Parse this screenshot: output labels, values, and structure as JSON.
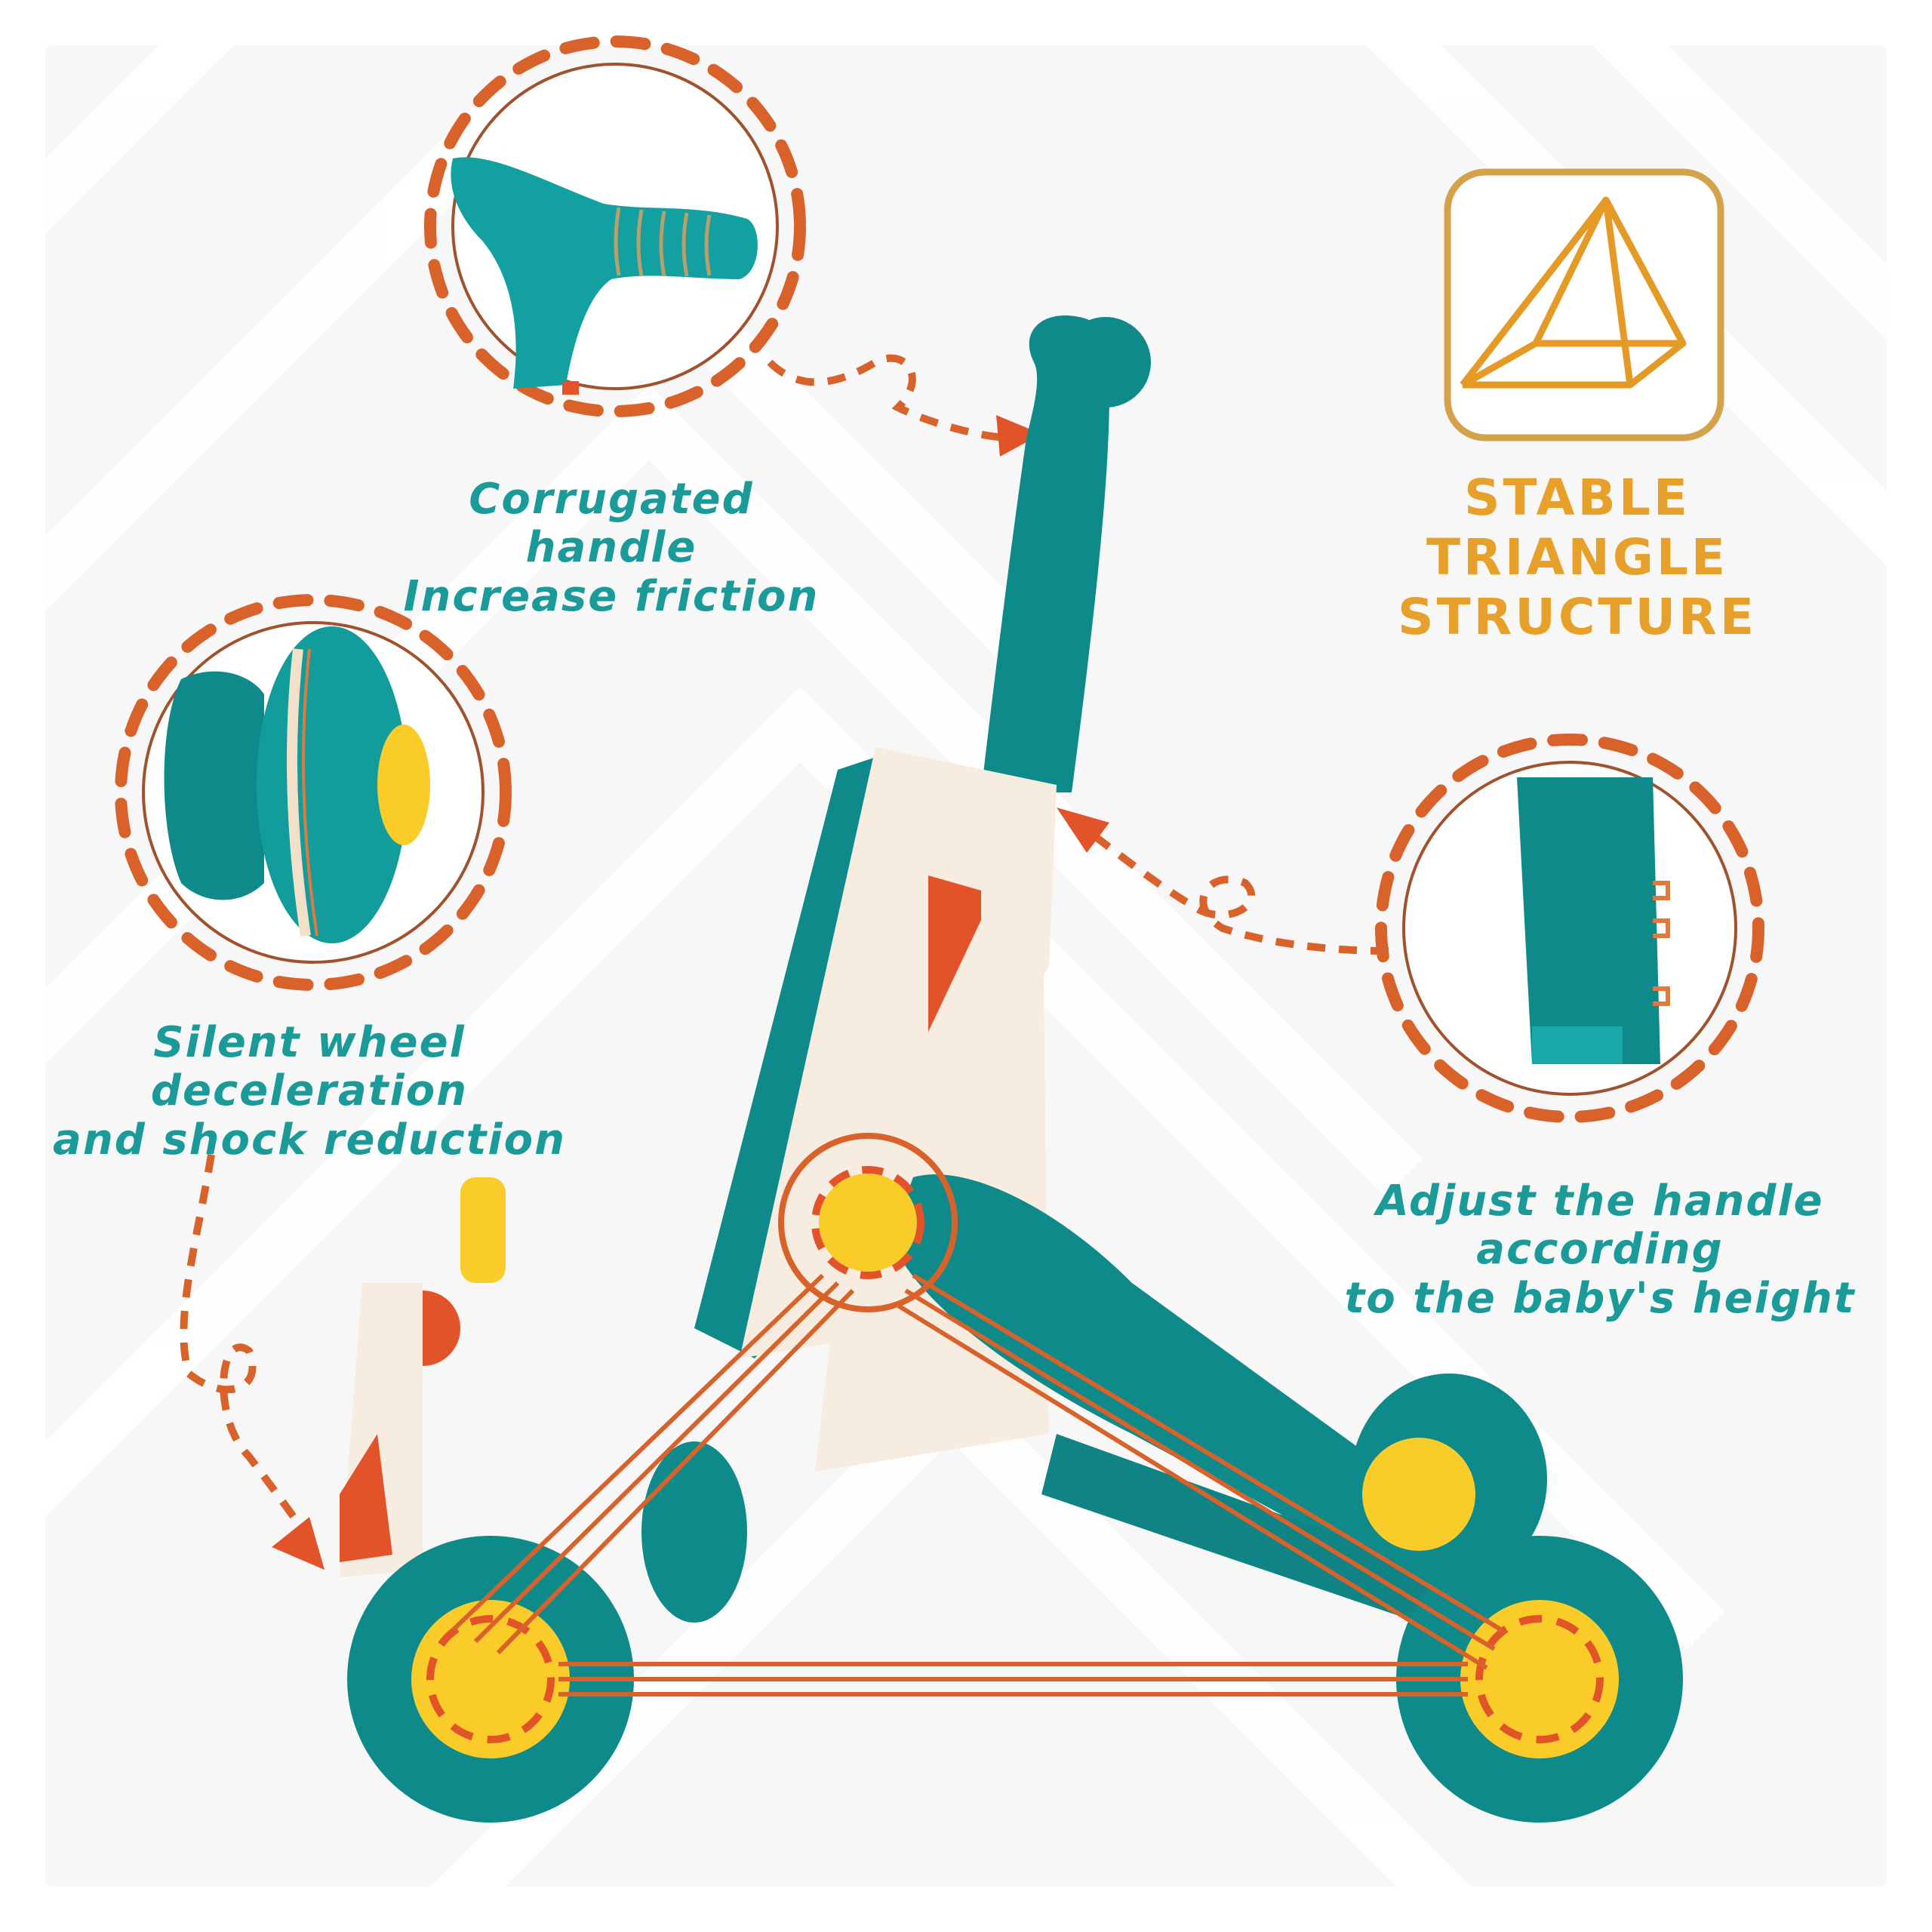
{
  "features": [
    {
      "id": "corrugated-handle",
      "line1": "Corrugated handle",
      "line2": "Increase friction"
    },
    {
      "id": "stable-triangle",
      "line1": "STABLE TRIANGLE",
      "line2": "STRUCTURE"
    },
    {
      "id": "silent-wheel",
      "line1": "Silent wheel deceleration",
      "line2": "and shock reduction"
    },
    {
      "id": "adjustable-handle",
      "line1": "Adjust the handle according",
      "line2": "to the baby's height"
    }
  ],
  "icons": {
    "triangle": "pyramid-structure-icon"
  },
  "colors": {
    "teal_text": "#1a9a98",
    "gold_text": "#e7a12a",
    "dash_orange": "#d9622b",
    "product_teal": "#0f8a8a",
    "wheel_yellow": "#f9cc2a",
    "frame_cream": "#f6ece0",
    "accent_red": "#e3532a"
  }
}
